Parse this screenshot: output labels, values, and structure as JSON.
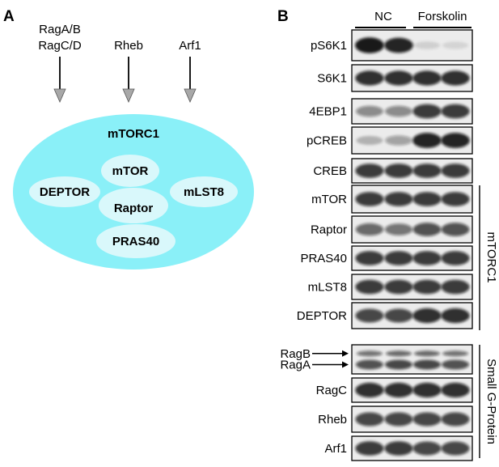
{
  "panel_a": {
    "label": "A",
    "regulators": [
      {
        "lines": [
          "RagA/B",
          "RagC/D"
        ]
      },
      {
        "lines": [
          "Rheb"
        ]
      },
      {
        "lines": [
          "Arf1"
        ]
      }
    ],
    "complex_title": "mTORC1",
    "subunits": [
      "mTOR",
      "DEPTOR",
      "mLST8",
      "Raptor",
      "PRAS40"
    ],
    "colors": {
      "complex": "#8af0f8",
      "subunit": "#d9f8fb",
      "arrow_fill": "#a8a8a8"
    }
  },
  "panel_b": {
    "label": "B",
    "conditions": [
      "NC",
      "Forskolin"
    ],
    "blots": [
      {
        "name": "pS6K1",
        "intensities": [
          0.95,
          0.9,
          0.12,
          0.1
        ]
      },
      {
        "name": "S6K1",
        "intensities": [
          0.85,
          0.85,
          0.85,
          0.85
        ]
      },
      {
        "name": "4EBP1",
        "intensities": [
          0.45,
          0.45,
          0.8,
          0.8
        ]
      },
      {
        "name": "pCREB",
        "intensities": [
          0.25,
          0.35,
          0.9,
          0.9
        ]
      },
      {
        "name": "CREB",
        "intensities": [
          0.8,
          0.8,
          0.8,
          0.8
        ]
      },
      {
        "name": "mTOR",
        "intensities": [
          0.8,
          0.8,
          0.8,
          0.8
        ]
      },
      {
        "name": "Raptor",
        "intensities": [
          0.6,
          0.55,
          0.7,
          0.7
        ]
      },
      {
        "name": "PRAS40",
        "intensities": [
          0.8,
          0.8,
          0.8,
          0.8
        ]
      },
      {
        "name": "mLST8",
        "intensities": [
          0.8,
          0.8,
          0.8,
          0.8
        ]
      },
      {
        "name": "DEPTOR",
        "intensities": [
          0.75,
          0.75,
          0.85,
          0.85
        ]
      },
      {
        "labels": [
          "RagB",
          "RagA"
        ],
        "intensities": [
          0.7,
          0.75,
          0.75,
          0.7
        ]
      },
      {
        "name": "RagC",
        "intensities": [
          0.85,
          0.85,
          0.85,
          0.85
        ]
      },
      {
        "name": "Rheb",
        "intensities": [
          0.75,
          0.75,
          0.75,
          0.75
        ]
      },
      {
        "name": "Arf1",
        "intensities": [
          0.8,
          0.8,
          0.75,
          0.75
        ]
      }
    ],
    "groups": [
      "mTORC1",
      "Small G-Protein"
    ]
  }
}
